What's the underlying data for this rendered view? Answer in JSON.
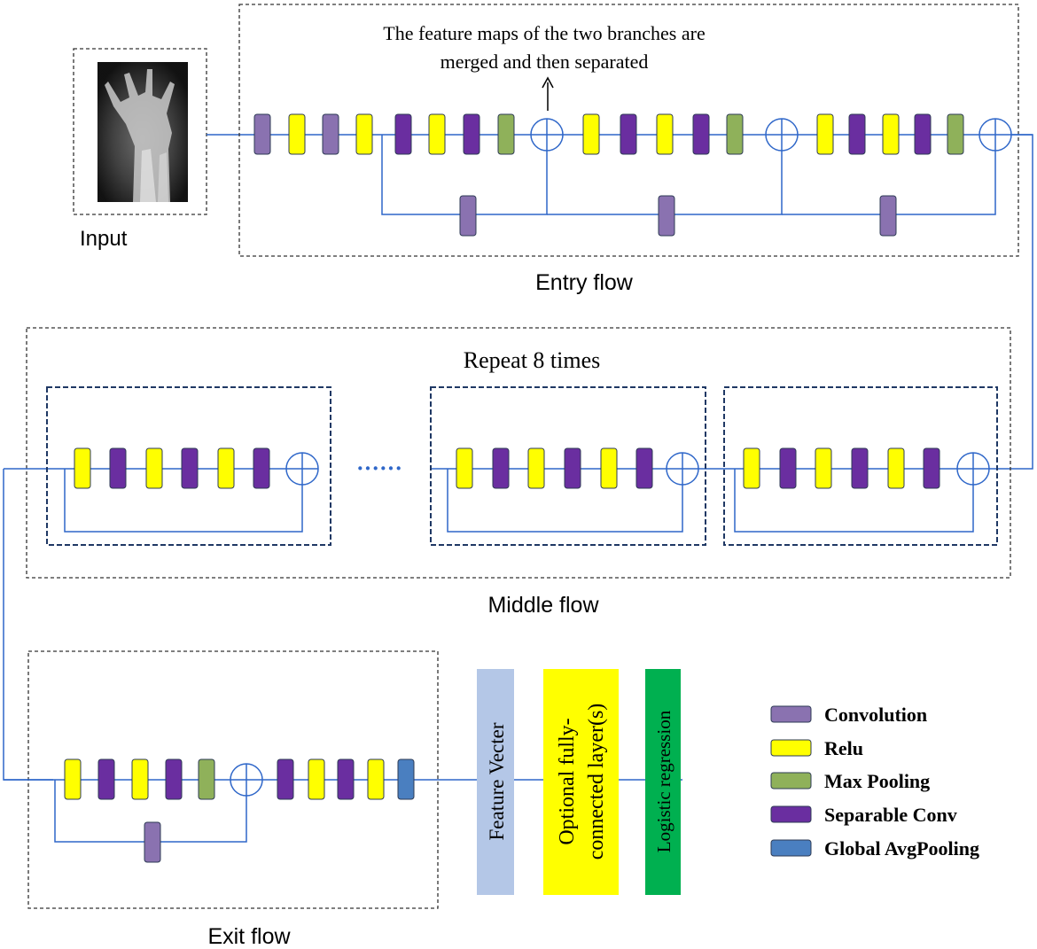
{
  "figure": {
    "input_label": "Input",
    "annotation_line1": "The feature maps of the two branches are",
    "annotation_line2": "merged and then separated",
    "entry_flow_label": "Entry flow",
    "middle_flow_label": "Middle flow",
    "repeat_label": "Repeat 8 times",
    "exit_flow_label": "Exit flow",
    "ellipsis": "······",
    "feature_vector_label": "Feature Vecter",
    "optional_fc_line1": "Optional fully-",
    "optional_fc_line2": "connected layer(s)",
    "logistic_label": "Logistic regression"
  },
  "legend": [
    {
      "label": "Convolution",
      "color": "#8a72b0"
    },
    {
      "label": "Relu",
      "color": "#ffff00"
    },
    {
      "label": "Max Pooling",
      "color": "#8fb15a"
    },
    {
      "label": "Separable Conv",
      "color": "#6a2ea0"
    },
    {
      "label": "Global AvgPooling",
      "color": "#4a7fc0"
    }
  ],
  "colors": {
    "convolution": "#8a72b0",
    "relu": "#ffff00",
    "max_pooling": "#8fb15a",
    "separable_conv": "#6a2ea0",
    "global_avg_pooling": "#4a7fc0",
    "wire": "#2f67c9",
    "feature_vector_bg": "#b4c7e7",
    "optional_fc_bg": "#ffff00",
    "logistic_bg": "#00b050"
  },
  "layers": {
    "entry_main": [
      "convolution",
      "relu",
      "convolution",
      "relu",
      "separable_conv",
      "relu",
      "separable_conv",
      "max_pooling",
      "add",
      "relu",
      "separable_conv",
      "relu",
      "separable_conv",
      "max_pooling",
      "add",
      "relu",
      "separable_conv",
      "relu",
      "separable_conv",
      "max_pooling",
      "add"
    ],
    "entry_shortcuts": [
      "convolution",
      "convolution",
      "convolution"
    ],
    "middle_block": [
      "relu",
      "separable_conv",
      "relu",
      "separable_conv",
      "relu",
      "separable_conv",
      "add"
    ],
    "exit_main": [
      "relu",
      "separable_conv",
      "relu",
      "separable_conv",
      "max_pooling",
      "add",
      "separable_conv",
      "relu",
      "separable_conv",
      "relu",
      "global_avg_pooling"
    ],
    "exit_shortcuts": [
      "convolution"
    ]
  }
}
